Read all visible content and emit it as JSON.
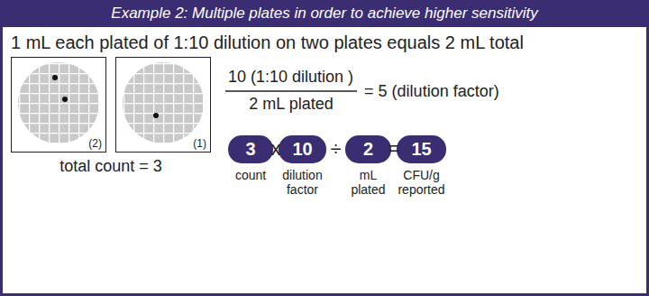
{
  "diagram": {
    "title": "Example 2: Multiple plates in order to achieve higher sensitivity",
    "nodes": [
      {
        "text": [
          "(2)"
        ]
      },
      {
        "text": [
          "(1)"
        ]
      },
      {
        "text": [
          "3",
          "count"
        ]
      },
      {
        "text": [
          "10",
          "dilution factor"
        ]
      },
      {
        "text": [
          "2",
          "mL plated"
        ]
      },
      {
        "text": [
          "15",
          "CFU/g reported"
        ]
      }
    ],
    "labels": [
      "1 mL each plated of 1:10 dilution on two plates equals 2 mL total",
      "total count = 3",
      "10 (1:10 dilution )",
      "2 mL plated",
      "= 5 (dilution factor)",
      "x",
      "÷",
      "="
    ]
  }
}
